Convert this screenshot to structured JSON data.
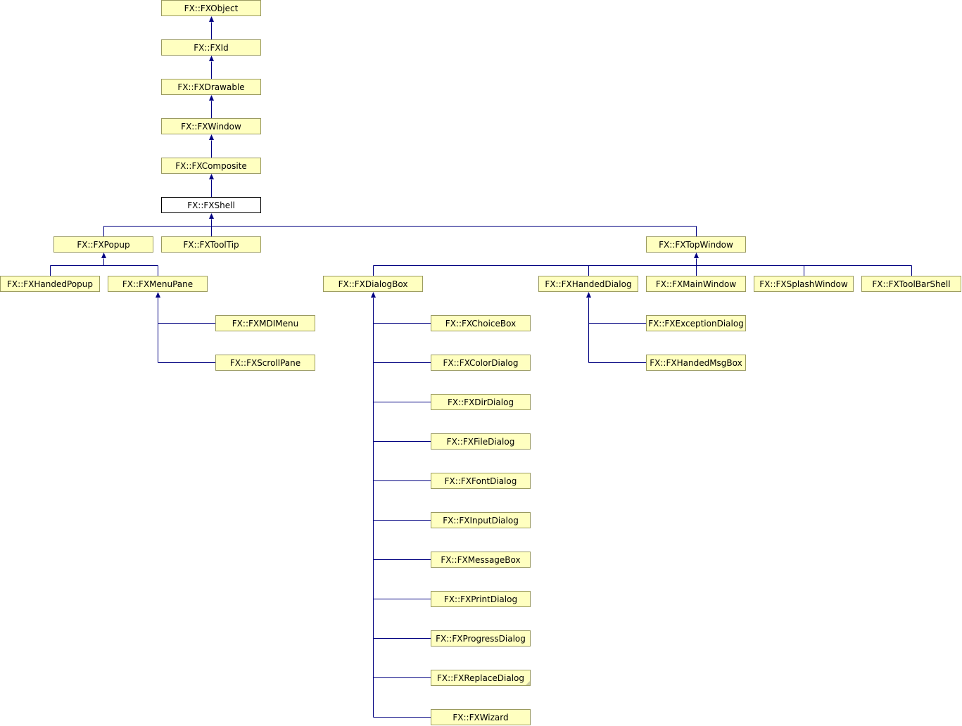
{
  "diagram": {
    "nodes": [
      {
        "id": "FXObject",
        "label": "FX::FXObject"
      },
      {
        "id": "FXId",
        "label": "FX::FXId"
      },
      {
        "id": "FXDrawable",
        "label": "FX::FXDrawable"
      },
      {
        "id": "FXWindow",
        "label": "FX::FXWindow"
      },
      {
        "id": "FXComposite",
        "label": "FX::FXComposite"
      },
      {
        "id": "FXShell",
        "label": "FX::FXShell",
        "current": true
      },
      {
        "id": "FXPopup",
        "label": "FX::FXPopup"
      },
      {
        "id": "FXToolTip",
        "label": "FX::FXToolTip"
      },
      {
        "id": "FXTopWindow",
        "label": "FX::FXTopWindow"
      },
      {
        "id": "FXHandedPopup",
        "label": "FX::FXHandedPopup"
      },
      {
        "id": "FXMenuPane",
        "label": "FX::FXMenuPane"
      },
      {
        "id": "FXDialogBox",
        "label": "FX::FXDialogBox"
      },
      {
        "id": "FXHandedDialog",
        "label": "FX::FXHandedDialog"
      },
      {
        "id": "FXMainWindow",
        "label": "FX::FXMainWindow"
      },
      {
        "id": "FXSplashWindow",
        "label": "FX::FXSplashWindow"
      },
      {
        "id": "FXToolBarShell",
        "label": "FX::FXToolBarShell"
      },
      {
        "id": "FXMDIMenu",
        "label": "FX::FXMDIMenu"
      },
      {
        "id": "FXScrollPane",
        "label": "FX::FXScrollPane"
      },
      {
        "id": "FXChoiceBox",
        "label": "FX::FXChoiceBox"
      },
      {
        "id": "FXColorDialog",
        "label": "FX::FXColorDialog"
      },
      {
        "id": "FXDirDialog",
        "label": "FX::FXDirDialog"
      },
      {
        "id": "FXFileDialog",
        "label": "FX::FXFileDialog"
      },
      {
        "id": "FXFontDialog",
        "label": "FX::FXFontDialog"
      },
      {
        "id": "FXInputDialog",
        "label": "FX::FXInputDialog"
      },
      {
        "id": "FXMessageBox",
        "label": "FX::FXMessageBox"
      },
      {
        "id": "FXPrintDialog",
        "label": "FX::FXPrintDialog"
      },
      {
        "id": "FXProgressDialog",
        "label": "FX::FXProgressDialog"
      },
      {
        "id": "FXReplaceDialog",
        "label": "FX::FXReplaceDialog",
        "truncated": true
      },
      {
        "id": "FXWizard",
        "label": "FX::FXWizard"
      },
      {
        "id": "FXExceptionDialog",
        "label": "FX::FXExceptionDialog"
      },
      {
        "id": "FXHandedMsgBox",
        "label": "FX::FXHandedMsgBox"
      }
    ],
    "edges": [
      {
        "child": "FXId",
        "parent": "FXObject"
      },
      {
        "child": "FXDrawable",
        "parent": "FXId"
      },
      {
        "child": "FXWindow",
        "parent": "FXDrawable"
      },
      {
        "child": "FXComposite",
        "parent": "FXWindow"
      },
      {
        "child": "FXShell",
        "parent": "FXComposite"
      },
      {
        "child": "FXPopup",
        "parent": "FXShell"
      },
      {
        "child": "FXToolTip",
        "parent": "FXShell"
      },
      {
        "child": "FXTopWindow",
        "parent": "FXShell"
      },
      {
        "child": "FXHandedPopup",
        "parent": "FXPopup"
      },
      {
        "child": "FXMenuPane",
        "parent": "FXPopup"
      },
      {
        "child": "FXMDIMenu",
        "parent": "FXMenuPane"
      },
      {
        "child": "FXScrollPane",
        "parent": "FXMenuPane"
      },
      {
        "child": "FXDialogBox",
        "parent": "FXTopWindow"
      },
      {
        "child": "FXHandedDialog",
        "parent": "FXTopWindow"
      },
      {
        "child": "FXMainWindow",
        "parent": "FXTopWindow"
      },
      {
        "child": "FXSplashWindow",
        "parent": "FXTopWindow"
      },
      {
        "child": "FXToolBarShell",
        "parent": "FXTopWindow"
      },
      {
        "child": "FXChoiceBox",
        "parent": "FXDialogBox"
      },
      {
        "child": "FXColorDialog",
        "parent": "FXDialogBox"
      },
      {
        "child": "FXDirDialog",
        "parent": "FXDialogBox"
      },
      {
        "child": "FXFileDialog",
        "parent": "FXDialogBox"
      },
      {
        "child": "FXFontDialog",
        "parent": "FXDialogBox"
      },
      {
        "child": "FXInputDialog",
        "parent": "FXDialogBox"
      },
      {
        "child": "FXMessageBox",
        "parent": "FXDialogBox"
      },
      {
        "child": "FXPrintDialog",
        "parent": "FXDialogBox"
      },
      {
        "child": "FXProgressDialog",
        "parent": "FXDialogBox"
      },
      {
        "child": "FXReplaceDialog",
        "parent": "FXDialogBox"
      },
      {
        "child": "FXWizard",
        "parent": "FXDialogBox"
      },
      {
        "child": "FXExceptionDialog",
        "parent": "FXHandedDialog"
      },
      {
        "child": "FXHandedMsgBox",
        "parent": "FXHandedDialog"
      }
    ],
    "colors": {
      "node_fill": "#ffffc0",
      "node_border": "#9a9a60",
      "current_fill": "#ffffff",
      "current_border": "#000000",
      "edge": "#000080"
    }
  }
}
